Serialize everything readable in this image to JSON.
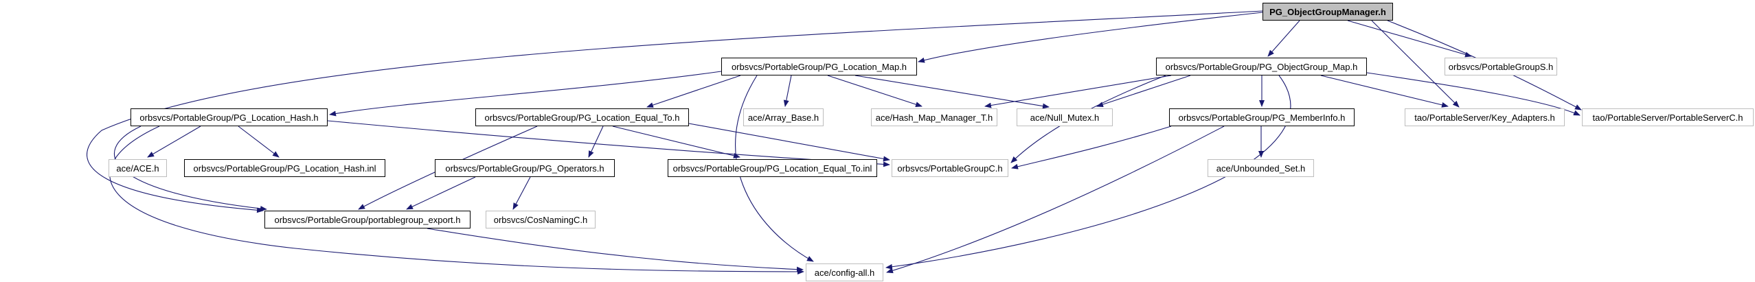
{
  "diagram": {
    "title": "PG_ObjectGroupManager.h include dependency graph",
    "edge_color": "#191970",
    "root_fill": "#bfbfbf",
    "nodes": [
      {
        "id": "root",
        "label": "PG_ObjectGroupManager.h",
        "kind": "root"
      },
      {
        "id": "loc_map",
        "label": "orbsvcs/PortableGroup/PG_Location_Map.h",
        "kind": "internal"
      },
      {
        "id": "og_map",
        "label": "orbsvcs/PortableGroup/PG_ObjectGroup_Map.h",
        "kind": "internal"
      },
      {
        "id": "pgs",
        "label": "orbsvcs/PortableGroupS.h",
        "kind": "external"
      },
      {
        "id": "loc_hash",
        "label": "orbsvcs/PortableGroup/PG_Location_Hash.h",
        "kind": "internal"
      },
      {
        "id": "loc_eq",
        "label": "orbsvcs/PortableGroup/PG_Location_Equal_To.h",
        "kind": "internal"
      },
      {
        "id": "array",
        "label": "ace/Array_Base.h",
        "kind": "external"
      },
      {
        "id": "hashmap",
        "label": "ace/Hash_Map_Manager_T.h",
        "kind": "external"
      },
      {
        "id": "nullmutex",
        "label": "ace/Null_Mutex.h",
        "kind": "external"
      },
      {
        "id": "meminfo",
        "label": "orbsvcs/PortableGroup/PG_MemberInfo.h",
        "kind": "internal"
      },
      {
        "id": "keyadapters",
        "label": "tao/PortableServer/Key_Adapters.h",
        "kind": "external"
      },
      {
        "id": "psc",
        "label": "tao/PortableServer/PortableServerC.h",
        "kind": "external"
      },
      {
        "id": "ace",
        "label": "ace/ACE.h",
        "kind": "external"
      },
      {
        "id": "hash_inl",
        "label": "orbsvcs/PortableGroup/PG_Location_Hash.inl",
        "kind": "internal"
      },
      {
        "id": "ops",
        "label": "orbsvcs/PortableGroup/PG_Operators.h",
        "kind": "internal"
      },
      {
        "id": "eq_inl",
        "label": "orbsvcs/PortableGroup/PG_Location_Equal_To.inl",
        "kind": "internal"
      },
      {
        "id": "pgc",
        "label": "orbsvcs/PortableGroupC.h",
        "kind": "external"
      },
      {
        "id": "unbset",
        "label": "ace/Unbounded_Set.h",
        "kind": "external"
      },
      {
        "id": "export",
        "label": "orbsvcs/PortableGroup/portablegroup_export.h",
        "kind": "internal"
      },
      {
        "id": "cosnaming",
        "label": "orbsvcs/CosNamingC.h",
        "kind": "external"
      },
      {
        "id": "config",
        "label": "ace/config-all.h",
        "kind": "external"
      }
    ],
    "edges": [
      {
        "from": "root",
        "to": "loc_map"
      },
      {
        "from": "root",
        "to": "og_map"
      },
      {
        "from": "root",
        "to": "pgs"
      },
      {
        "from": "root",
        "to": "keyadapters"
      },
      {
        "from": "root",
        "to": "psc"
      },
      {
        "from": "root",
        "to": "export"
      },
      {
        "from": "loc_map",
        "to": "loc_hash"
      },
      {
        "from": "loc_map",
        "to": "loc_eq"
      },
      {
        "from": "loc_map",
        "to": "array"
      },
      {
        "from": "loc_map",
        "to": "hashmap"
      },
      {
        "from": "loc_map",
        "to": "nullmutex"
      },
      {
        "from": "loc_map",
        "to": "config"
      },
      {
        "from": "og_map",
        "to": "hashmap"
      },
      {
        "from": "og_map",
        "to": "nullmutex"
      },
      {
        "from": "og_map",
        "to": "meminfo"
      },
      {
        "from": "og_map",
        "to": "pgc"
      },
      {
        "from": "og_map",
        "to": "keyadapters"
      },
      {
        "from": "og_map",
        "to": "psc"
      },
      {
        "from": "og_map",
        "to": "config"
      },
      {
        "from": "loc_hash",
        "to": "ace"
      },
      {
        "from": "loc_hash",
        "to": "hash_inl"
      },
      {
        "from": "loc_hash",
        "to": "pgc"
      },
      {
        "from": "loc_hash",
        "to": "export"
      },
      {
        "from": "loc_hash",
        "to": "config"
      },
      {
        "from": "loc_eq",
        "to": "ops"
      },
      {
        "from": "loc_eq",
        "to": "eq_inl"
      },
      {
        "from": "loc_eq",
        "to": "pgc"
      },
      {
        "from": "loc_eq",
        "to": "export"
      },
      {
        "from": "ops",
        "to": "cosnaming"
      },
      {
        "from": "ops",
        "to": "export"
      },
      {
        "from": "meminfo",
        "to": "pgc"
      },
      {
        "from": "meminfo",
        "to": "unbset"
      },
      {
        "from": "meminfo",
        "to": "config"
      },
      {
        "from": "export",
        "to": "config"
      }
    ]
  }
}
